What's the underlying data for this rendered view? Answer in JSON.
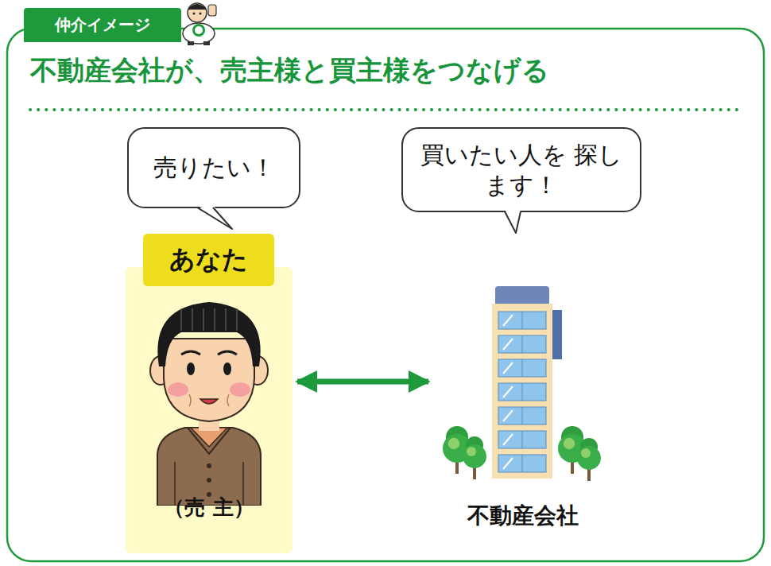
{
  "diagram": {
    "title": "不動産会社が、売主様と買主様をつなげる",
    "nodes": [
      {
        "text": [
          "仲介イメージ"
        ]
      },
      {
        "text": [
          "売りたい！"
        ]
      },
      {
        "text": [
          "買いたい人を 探します！"
        ]
      },
      {
        "text": [
          "（売 主）"
        ]
      },
      {
        "text": [
          "あなた"
        ],
        "in": 3
      },
      {
        "text": [
          "不動産会社"
        ]
      }
    ],
    "edges": [
      {
        "from": 3,
        "to": 5,
        "arrow": "both"
      }
    ]
  }
}
